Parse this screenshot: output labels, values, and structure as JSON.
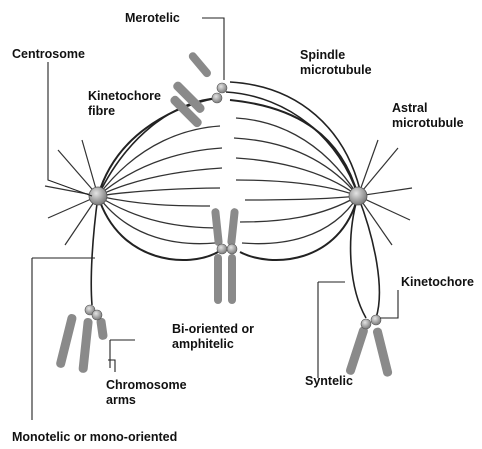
{
  "labels": {
    "merotelic": "Merotelic",
    "centrosome": "Centrosome",
    "spindle_microtubule": [
      "Spindle",
      "microtubule"
    ],
    "kinetochore_fibre": [
      "Kinetochore",
      "fibre"
    ],
    "astral_microtubule": [
      "Astral",
      "microtubule"
    ],
    "kinetochore": "Kinetochore",
    "bi_oriented": [
      "Bi-oriented or",
      "amphitelic"
    ],
    "chromosome_arms": [
      "Chromosome",
      "arms"
    ],
    "syntelic": "Syntelic",
    "monotelic": "Monotelic or mono-oriented"
  },
  "colors": {
    "chromatid": "#8a8a8a",
    "centrosome": "#9a9a9a",
    "line": "#333333",
    "text": "#111111"
  }
}
